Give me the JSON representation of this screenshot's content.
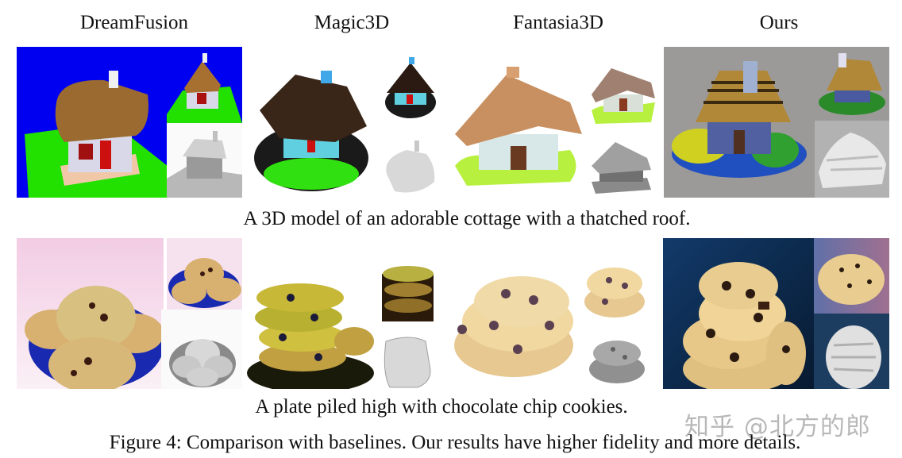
{
  "columns": [
    {
      "label": "DreamFusion"
    },
    {
      "label": "Magic3D"
    },
    {
      "label": "Fantasia3D"
    },
    {
      "label": "Ours"
    }
  ],
  "rows": [
    {
      "prompt": "A 3D model of an adorable cottage with a thatched roof.",
      "subject": "cottage",
      "panels": [
        {
          "method": "DreamFusion",
          "background": "#0000f0",
          "ground": "#22e000",
          "views": [
            "main-render",
            "side-render",
            "geometry-normal"
          ]
        },
        {
          "method": "Magic3D",
          "background": "#ffffff",
          "views": [
            "main-render",
            "side-render",
            "geometry-normal"
          ]
        },
        {
          "method": "Fantasia3D",
          "background": "#ffffff",
          "views": [
            "main-render",
            "side-render",
            "geometry-normal"
          ]
        },
        {
          "method": "Ours",
          "background": "#999999",
          "views": [
            "main-render",
            "side-render",
            "geometry-normal"
          ]
        }
      ]
    },
    {
      "prompt": "A plate piled high with chocolate chip cookies.",
      "subject": "cookies",
      "panels": [
        {
          "method": "DreamFusion",
          "background": "#f8e6f0",
          "views": [
            "main-render",
            "side-render",
            "geometry-normal"
          ]
        },
        {
          "method": "Magic3D",
          "background": "#ffffff",
          "views": [
            "main-render",
            "side-render",
            "geometry-normal"
          ]
        },
        {
          "method": "Fantasia3D",
          "background": "#ffffff",
          "views": [
            "main-render",
            "side-render",
            "geometry-normal"
          ]
        },
        {
          "method": "Ours",
          "background": "#0d2a4a",
          "views": [
            "main-render",
            "side-render",
            "geometry-normal"
          ]
        }
      ]
    }
  ],
  "figure_caption": "Figure 4: Comparison with baselines. Our results have higher fidelity and more details.",
  "watermark": "知乎 @北方的郎"
}
